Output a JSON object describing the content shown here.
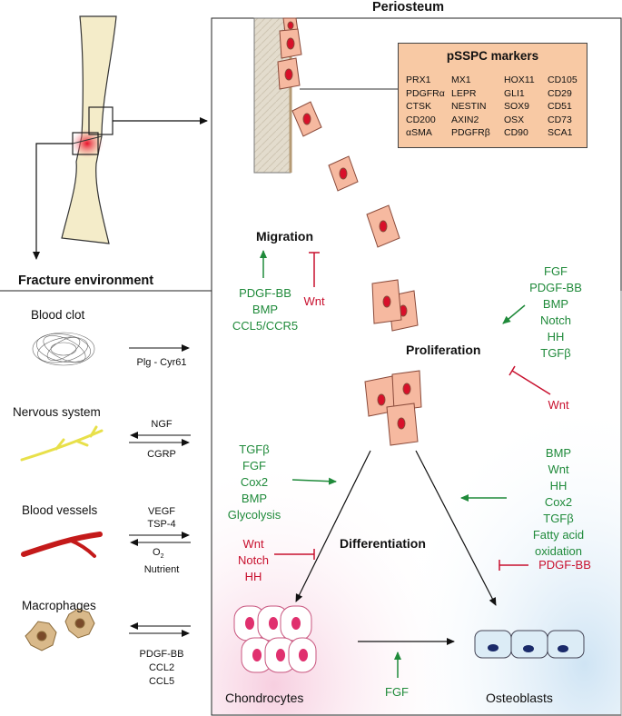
{
  "periosteum_title": "Periosteum",
  "fracture_title": "Fracture environment",
  "markers": {
    "title": "pSSPC markers",
    "items": [
      "PRX1",
      "MX1",
      "HOX11",
      "CD105",
      "PDGFRα",
      "LEPR",
      "GLI1",
      "CD29",
      "CTSK",
      "NESTIN",
      "SOX9",
      "CD51",
      "CD200",
      "AXIN2",
      "OSX",
      "CD73",
      "αSMA",
      "PDGFRβ",
      "CD90",
      "SCA1"
    ]
  },
  "migration": {
    "label": "Migration",
    "promoters": [
      "PDGF-BB",
      "BMP",
      "CCL5/CCR5"
    ],
    "inhibitors": [
      "Wnt"
    ]
  },
  "proliferation": {
    "label": "Proliferation",
    "promoters": [
      "FGF",
      "PDGF-BB",
      "BMP",
      "Notch",
      "HH",
      "TGFβ"
    ],
    "inhibitors": [
      "Wnt"
    ]
  },
  "differentiation": {
    "label": "Differentiation",
    "chondro_promoters": [
      "TGFβ",
      "FGF",
      "Cox2",
      "BMP",
      "Glycolysis"
    ],
    "chondro_inhibitors": [
      "Wnt",
      "Notch",
      "HH"
    ],
    "osteo_promoters": [
      "BMP",
      "Wnt",
      "HH",
      "Cox2",
      "TGFβ",
      "Fatty acid oxidation"
    ],
    "osteo_inhibitors": [
      "PDGF-BB"
    ]
  },
  "chondrocytes_label": "Chondrocytes",
  "osteoblasts_label": "Osteoblasts",
  "transition_factor": "FGF",
  "environment": {
    "blood_clot": {
      "label": "Blood clot",
      "factors": [
        "Plg - Cyr61"
      ]
    },
    "nervous": {
      "label": "Nervous system",
      "top": [
        "NGF"
      ],
      "bottom": [
        "CGRP"
      ]
    },
    "vessels": {
      "label": "Blood vessels",
      "top": [
        "VEGF",
        "TSP-4"
      ],
      "bottom_o": "O",
      "bottom_o_sub": "2",
      "bottom": [
        "Nutrient"
      ]
    },
    "macrophages": {
      "label": "Macrophages",
      "bottom": [
        "PDGF-BB",
        "CCL2",
        "CCL5"
      ]
    }
  },
  "colors": {
    "green": "#1f8a3a",
    "red": "#c8102e",
    "cell_fill": "#f6b9a0",
    "nucleus": "#d8102a",
    "marker_box": "#f8c9a4",
    "bone": "#f4ecc9",
    "osteoblast": "#dcecf6",
    "chondro_nucleus": "#e0306e"
  }
}
